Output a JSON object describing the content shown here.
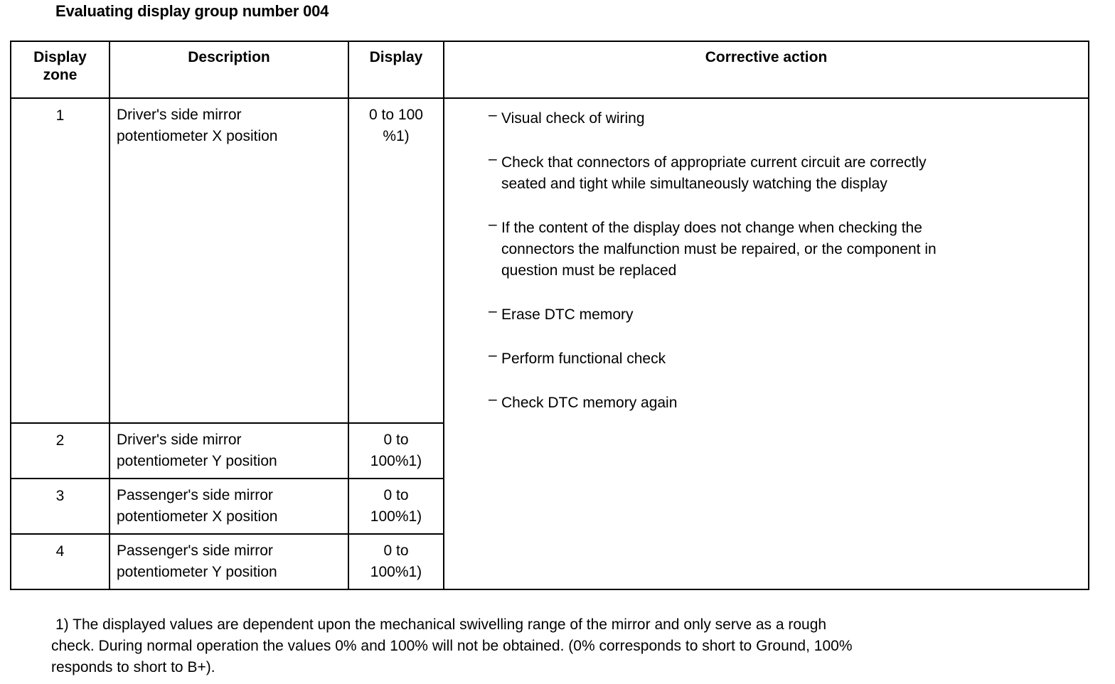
{
  "title": "Evaluating display group number 004",
  "table": {
    "headers": {
      "zone_line1": "Display",
      "zone_line2": "zone",
      "description": "Description",
      "display": "Display",
      "corrective_action": "Corrective action"
    },
    "rows": [
      {
        "zone": "1",
        "description_line1": "Driver's side mirror",
        "description_line2": "potentiometer X position",
        "display_line1": "0 to 100",
        "display_line2": "%1)"
      },
      {
        "zone": "2",
        "description_line1": "Driver's side mirror",
        "description_line2": "potentiometer Y position",
        "display_line1": "0 to",
        "display_line2": "100%1)"
      },
      {
        "zone": "3",
        "description_line1": "Passenger's side mirror",
        "description_line2": "potentiometer X position",
        "display_line1": "0 to",
        "display_line2": "100%1)"
      },
      {
        "zone": "4",
        "description_line1": "Passenger's side mirror",
        "description_line2": "potentiometer Y position",
        "display_line1": "0 to",
        "display_line2": "100%1)"
      }
    ],
    "corrective_actions": [
      {
        "marker": "–",
        "line1": "Visual check of wiring",
        "line2": "",
        "line3": ""
      },
      {
        "marker": "–",
        "line1": "Check that connectors of appropriate current circuit are correctly",
        "line2": "seated and tight while simultaneously watching the display",
        "line3": ""
      },
      {
        "marker": "–",
        "line1": "If the content of the display does not change when checking the",
        "line2": "connectors the malfunction must be repaired, or the component in",
        "line3": "question must be replaced"
      },
      {
        "marker": "–",
        "line1": "Erase DTC memory",
        "line2": "",
        "line3": ""
      },
      {
        "marker": "–",
        "line1": "Perform functional check",
        "line2": "",
        "line3": ""
      },
      {
        "marker": "–",
        "line1": "Check DTC memory again",
        "line2": "",
        "line3": ""
      }
    ]
  },
  "footnote": {
    "line1": "1) The displayed values are dependent upon the mechanical swivelling range of the mirror and only serve as a rough",
    "line2": "check. During normal operation the values 0% and 100% will not be obtained. (0% corresponds to short to Ground, 100%",
    "line3": "responds to short to B+)."
  }
}
